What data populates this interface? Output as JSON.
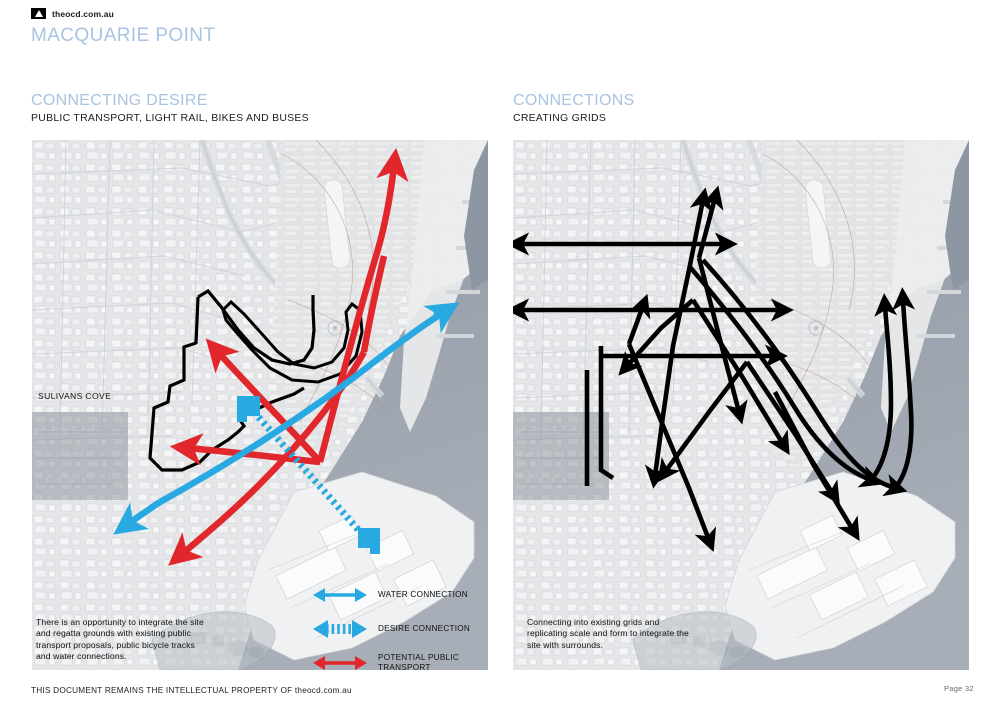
{
  "brand": {
    "logo_icon": "mountain-logo-icon",
    "text": "theocd.com.au"
  },
  "header": {
    "title": "MACQUARIE POINT"
  },
  "columns": [
    {
      "id": "connecting-desire",
      "title": "CONNECTING DESIRE",
      "subtitle": "PUBLIC TRANSPORT, LIGHT RAIL, BIKES AND BUSES",
      "map_label": "SULIVANS COVE",
      "caption": "There is an opportunity to integrate the site\nand regatta grounds with existing public\ntransport proposals, public bicycle tracks\nand water connections."
    },
    {
      "id": "connections",
      "title": "CONNECTIONS",
      "subtitle": "CREATING GRIDS",
      "caption": "Connecting into existing grids and\nreplicating scale and form to integrate the\nsite with surrounds."
    }
  ],
  "legend": {
    "items": [
      {
        "label": "WATER CONNECTION",
        "glyph": "double-arrow-solid-blue",
        "color": "#29a9e1"
      },
      {
        "label": "DESIRE CONNECTION",
        "glyph": "double-arrow-dashed-blue",
        "color": "#29a9e1"
      },
      {
        "label": "POTENTIAL PUBLIC\nTRANSPORT",
        "glyph": "double-arrow-solid-red",
        "color": "#e1262c"
      }
    ]
  },
  "footer": {
    "copyright": "THIS DOCUMENT REMAINS THE INTELLECTUAL PROPERTY OF  theocd.com.au",
    "page": "Page 32"
  },
  "colors": {
    "title_blue": "#a9c3e2",
    "water_blue": "#29a9e1",
    "transport_red": "#e1262c",
    "site_boundary": "#000000",
    "water_fill": "#9aa2ad",
    "land_fill": "#e9eaec"
  }
}
